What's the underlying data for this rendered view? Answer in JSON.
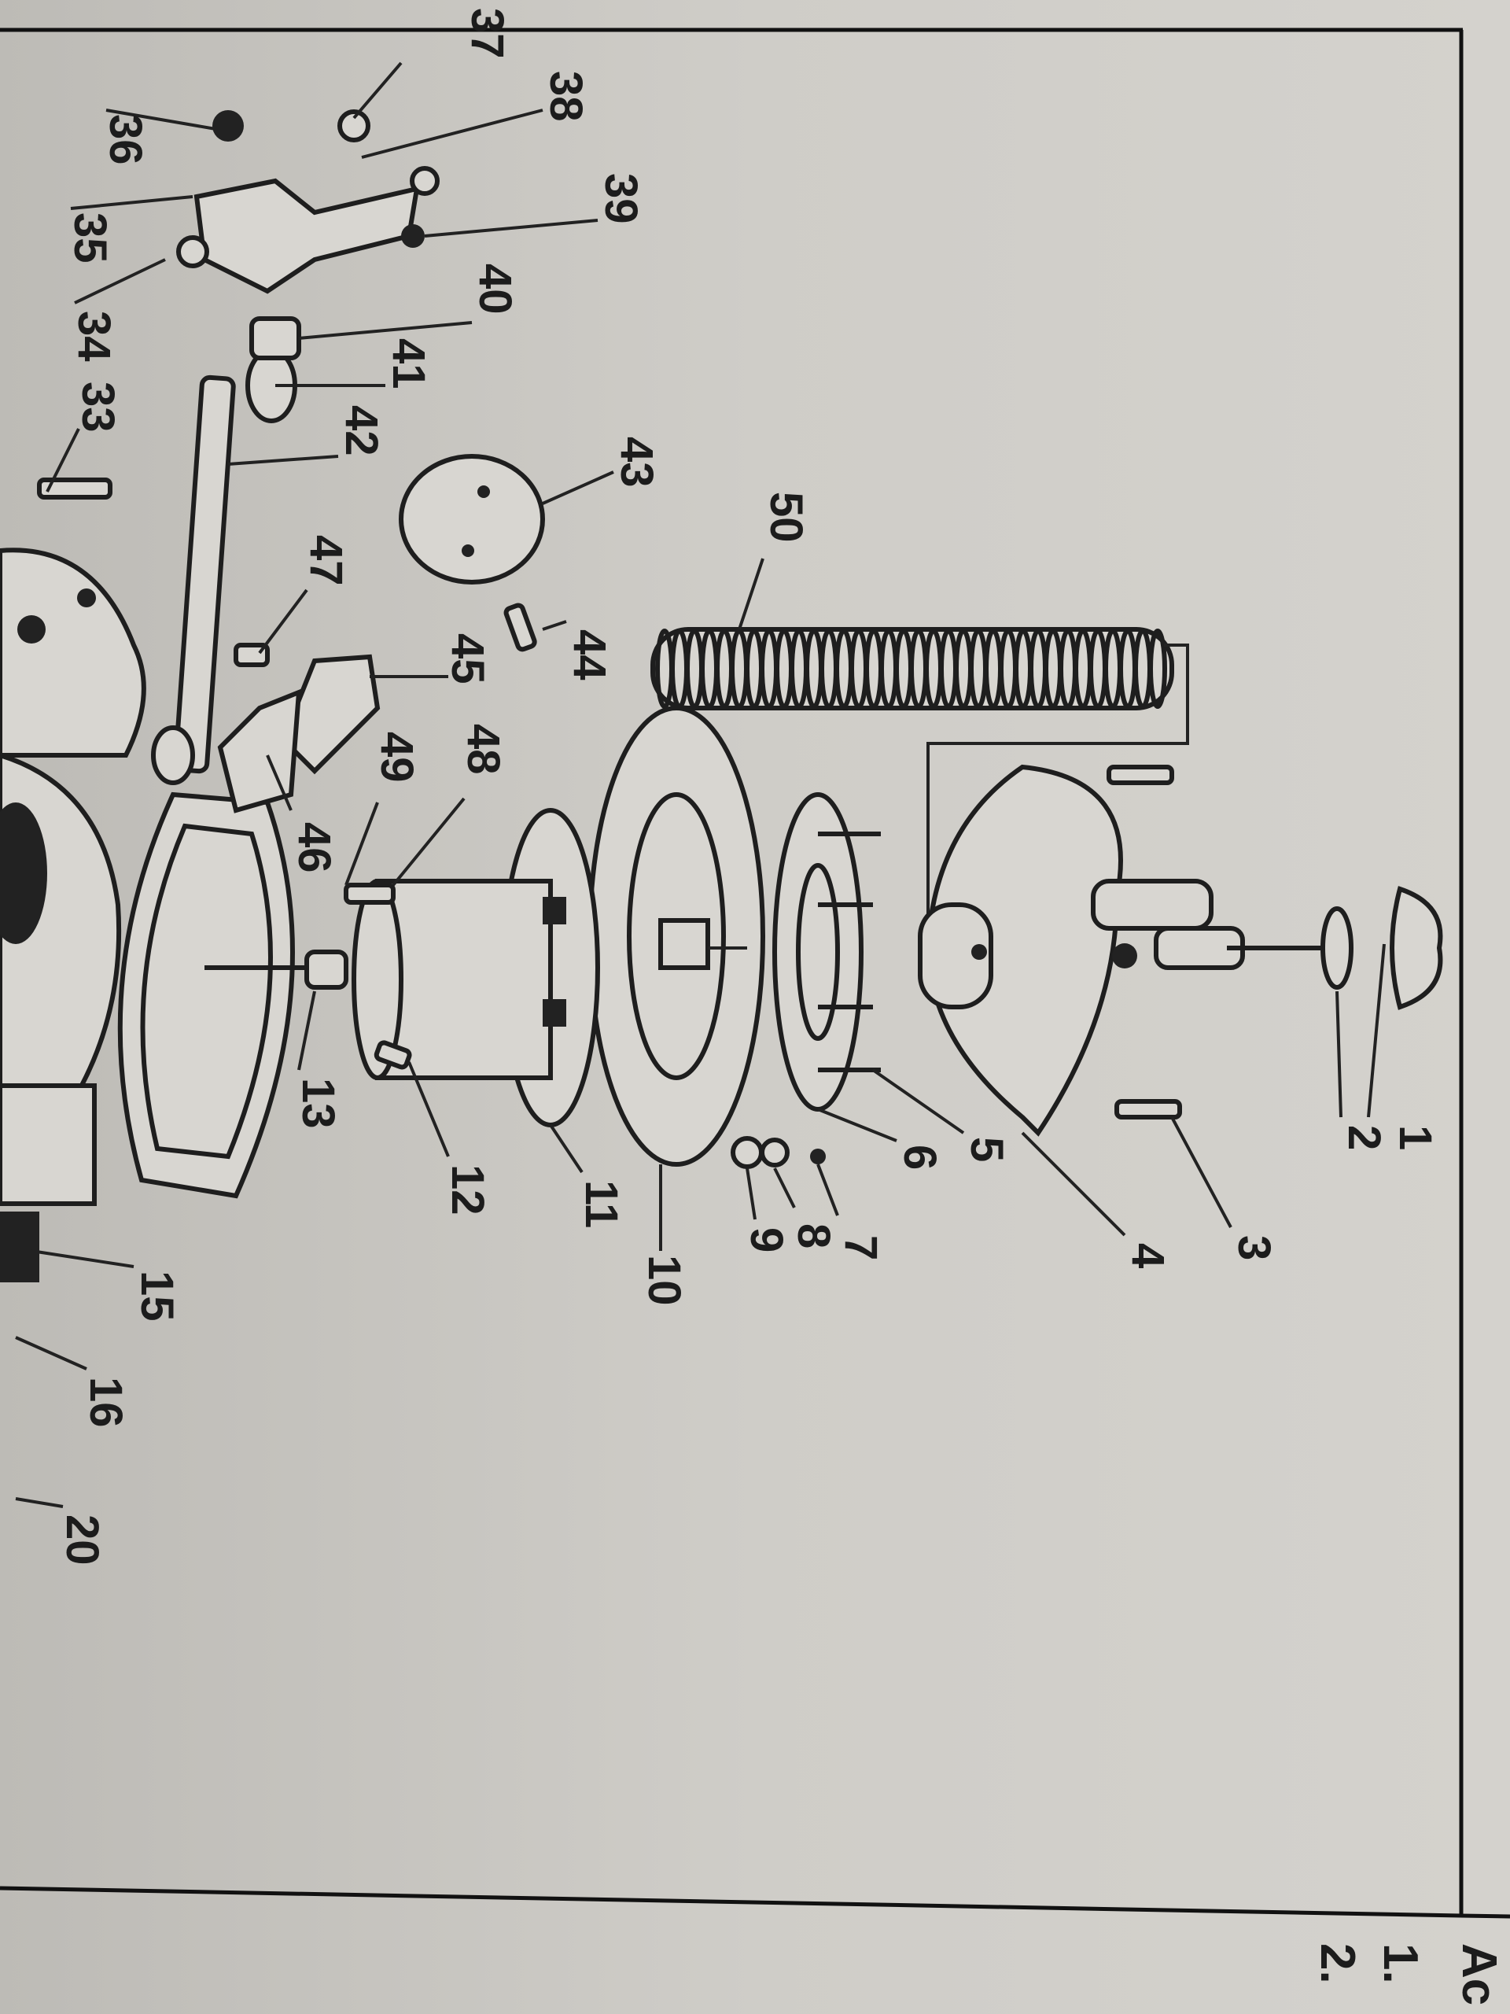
{
  "diagram": {
    "callouts": [
      {
        "id": "1",
        "label": "1"
      },
      {
        "id": "2",
        "label": "2"
      },
      {
        "id": "3",
        "label": "3"
      },
      {
        "id": "4",
        "label": "4"
      },
      {
        "id": "5",
        "label": "5"
      },
      {
        "id": "6",
        "label": "6"
      },
      {
        "id": "7",
        "label": "7"
      },
      {
        "id": "8",
        "label": "8"
      },
      {
        "id": "9",
        "label": "9"
      },
      {
        "id": "10",
        "label": "10"
      },
      {
        "id": "11",
        "label": "11"
      },
      {
        "id": "12",
        "label": "12"
      },
      {
        "id": "13",
        "label": "13"
      },
      {
        "id": "15",
        "label": "15"
      },
      {
        "id": "16",
        "label": "16"
      },
      {
        "id": "20",
        "label": "20"
      },
      {
        "id": "33",
        "label": "33"
      },
      {
        "id": "34",
        "label": "34"
      },
      {
        "id": "35",
        "label": "35"
      },
      {
        "id": "36",
        "label": "36"
      },
      {
        "id": "37",
        "label": "37"
      },
      {
        "id": "38",
        "label": "38"
      },
      {
        "id": "39",
        "label": "39"
      },
      {
        "id": "40",
        "label": "40"
      },
      {
        "id": "41",
        "label": "41"
      },
      {
        "id": "42",
        "label": "42"
      },
      {
        "id": "43",
        "label": "43"
      },
      {
        "id": "44",
        "label": "44"
      },
      {
        "id": "45",
        "label": "45"
      },
      {
        "id": "46",
        "label": "46"
      },
      {
        "id": "47",
        "label": "47"
      },
      {
        "id": "48",
        "label": "48"
      },
      {
        "id": "49",
        "label": "49"
      },
      {
        "id": "50",
        "label": "50"
      }
    ]
  },
  "side_panel": {
    "heading": "Ac",
    "list_items": [
      "1.",
      "2."
    ]
  }
}
